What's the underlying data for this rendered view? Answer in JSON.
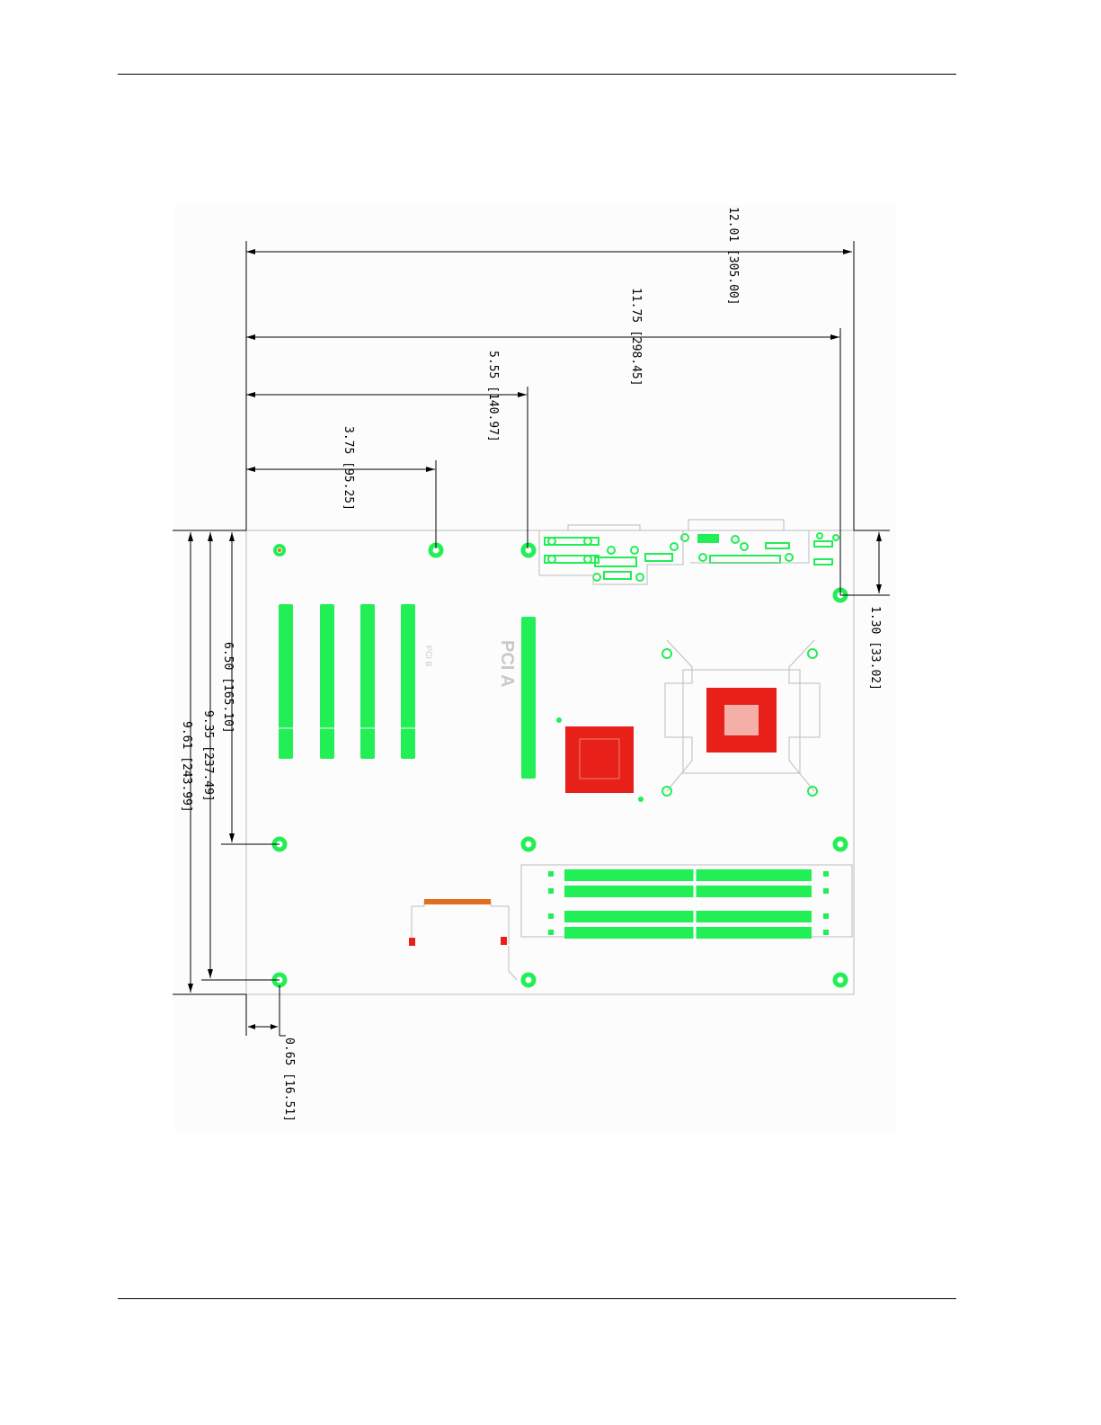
{
  "dimensions": {
    "width_overall": "12.01 [305.00]",
    "hole_11_75": "11.75 [298.45]",
    "hole_5_55": "5.55 [140.97]",
    "hole_3_75": "3.75 [95.25]",
    "height_overall": "9.61 [243.99]",
    "hole_9_35": "9.35 [237.49]",
    "hole_6_50": "6.50 [165.10]",
    "hole_1_30": "1.30 [33.02]",
    "hole_0_65": "0.65 [16.51]"
  },
  "board": {
    "silkscreen": "PCI A",
    "silkscreen_small": "PCI B"
  },
  "colors": {
    "connector": "#22ee55",
    "chip": "#e8201a",
    "outline": "#bcbcbc",
    "dimension": "#000000"
  }
}
